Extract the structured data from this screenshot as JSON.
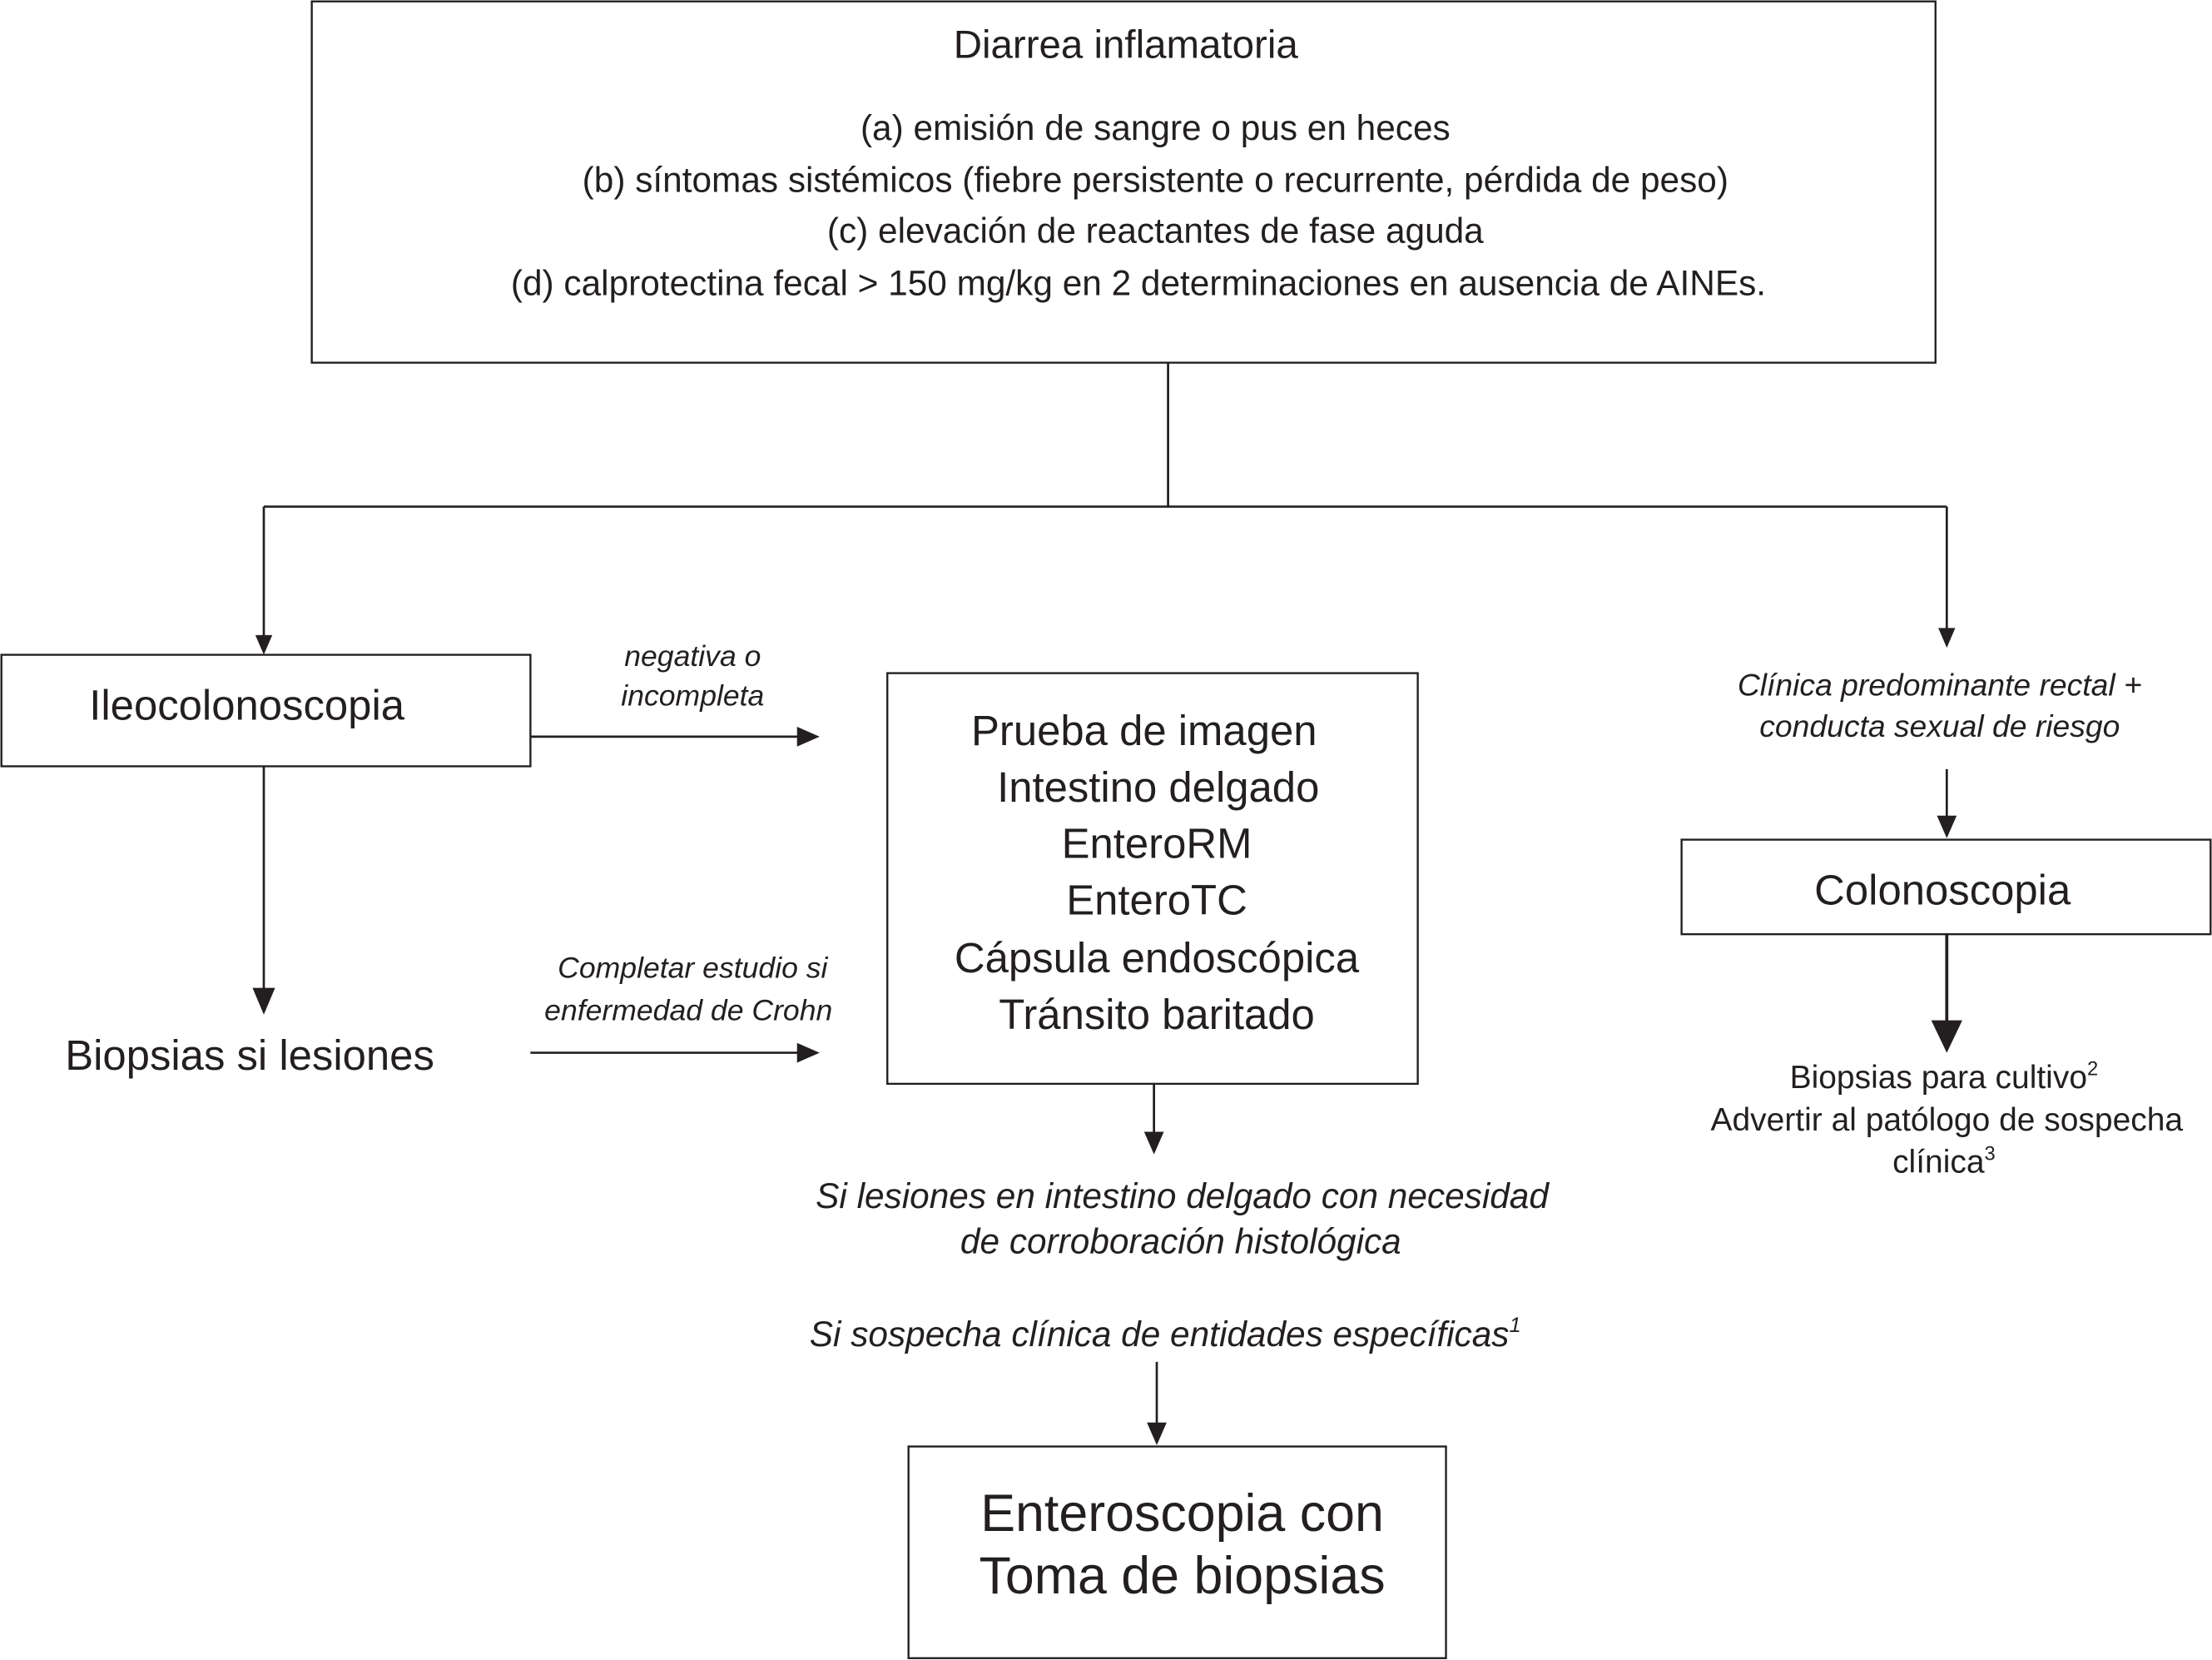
{
  "top_box": {
    "title": "Diarrea inflamatoria",
    "criteria": [
      "(a) emisión de sangre o pus en  heces",
      "(b) síntomas sistémicos (fiebre persistente o recurrente, pérdida de peso)",
      "(c) elevación de reactantes de fase aguda",
      "(d) calprotectina fecal > 150 mg/kg en 2 determinaciones en ausencia de AINEs."
    ]
  },
  "ileocolonoscopia": {
    "label": "Ileocolonoscopia"
  },
  "edge_negativa": [
    "negativa o",
    "incompleta"
  ],
  "biopsias_lesiones": {
    "label": "Biopsias si lesiones"
  },
  "edge_completar": [
    "Completar estudio si",
    "enfermedad de Crohn"
  ],
  "imagen_box": {
    "lines": [
      "Prueba de imagen",
      "Intestino delgado",
      "EnteroRM",
      "EnteroTC",
      "Cápsula endoscópica",
      "Tránsito baritado"
    ]
  },
  "right_condition": [
    "Clínica predominante rectal +",
    "conducta sexual de riesgo"
  ],
  "colonoscopia": {
    "label": "Colonoscopia"
  },
  "colonoscopia_result": {
    "line1": "Biopsias para cultivo",
    "line1_sup": "2",
    "line2": "Advertir al patólogo de sospecha",
    "line3": "clínica",
    "line3_sup": "3"
  },
  "small_bowel_condition": [
    "Si lesiones en intestino delgado con necesidad",
    "de corroboración histológica"
  ],
  "specific_condition": {
    "text": "Si sospecha clínica de entidades específicas",
    "sup": "1"
  },
  "enteroscopia_box": {
    "lines": [
      "Enteroscopia con",
      "Toma de biopsias"
    ]
  }
}
